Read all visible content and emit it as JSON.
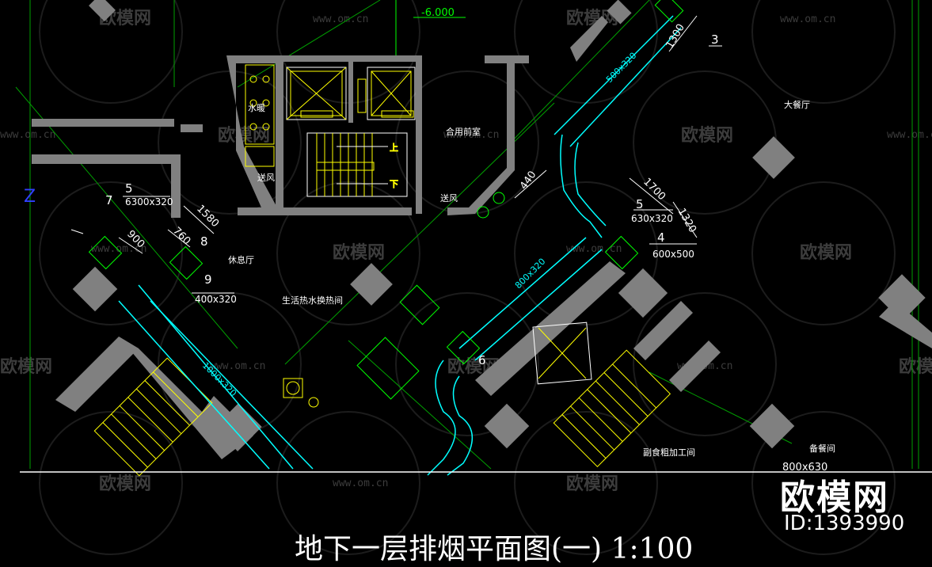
{
  "drawing": {
    "title": "地下一层排烟平面图(一) 1:100",
    "level_mark": "-6.000"
  },
  "watermark": {
    "brand": "欧模网",
    "site": "www.om.cn",
    "logo_text": "欧模网",
    "id_text": "ID:1393990"
  },
  "rooms": {
    "water_pump": "水暖",
    "air_supply_1": "送风",
    "air_supply_2": "送风",
    "gas_room": "合用前室",
    "lounge": "休息厅",
    "hot_water_room": "生活热水换热间",
    "dining_hall": "大餐厅",
    "side_dish_room": "副食粗加工间",
    "prep_room": "备餐间"
  },
  "stairs": {
    "up": "上",
    "down": "下"
  },
  "ducts": {
    "d1": "500x320",
    "d2": "1000x320",
    "d3": "800x320",
    "d4": "630x320",
    "d5": "600x500",
    "d6": "6300x320",
    "d7": "400x320",
    "d8": "800x630"
  },
  "dimensions": {
    "dim_1300": "1300",
    "dim_1580": "1580",
    "dim_900": "900",
    "dim_760": "760",
    "dim_440": "440",
    "dim_1700": "1700",
    "dim_1320": "1320"
  },
  "callouts": {
    "c3": "3",
    "c4": "4",
    "c5a": "5",
    "c5b": "5",
    "c6": "6",
    "c7": "7",
    "c8": "8",
    "c9": "9"
  },
  "colors": {
    "background": "#000000",
    "wall": "#808080",
    "duct": "#00ffff",
    "axis": "#00a000",
    "dim": "#ffffff",
    "fixture": "#ffff00"
  }
}
